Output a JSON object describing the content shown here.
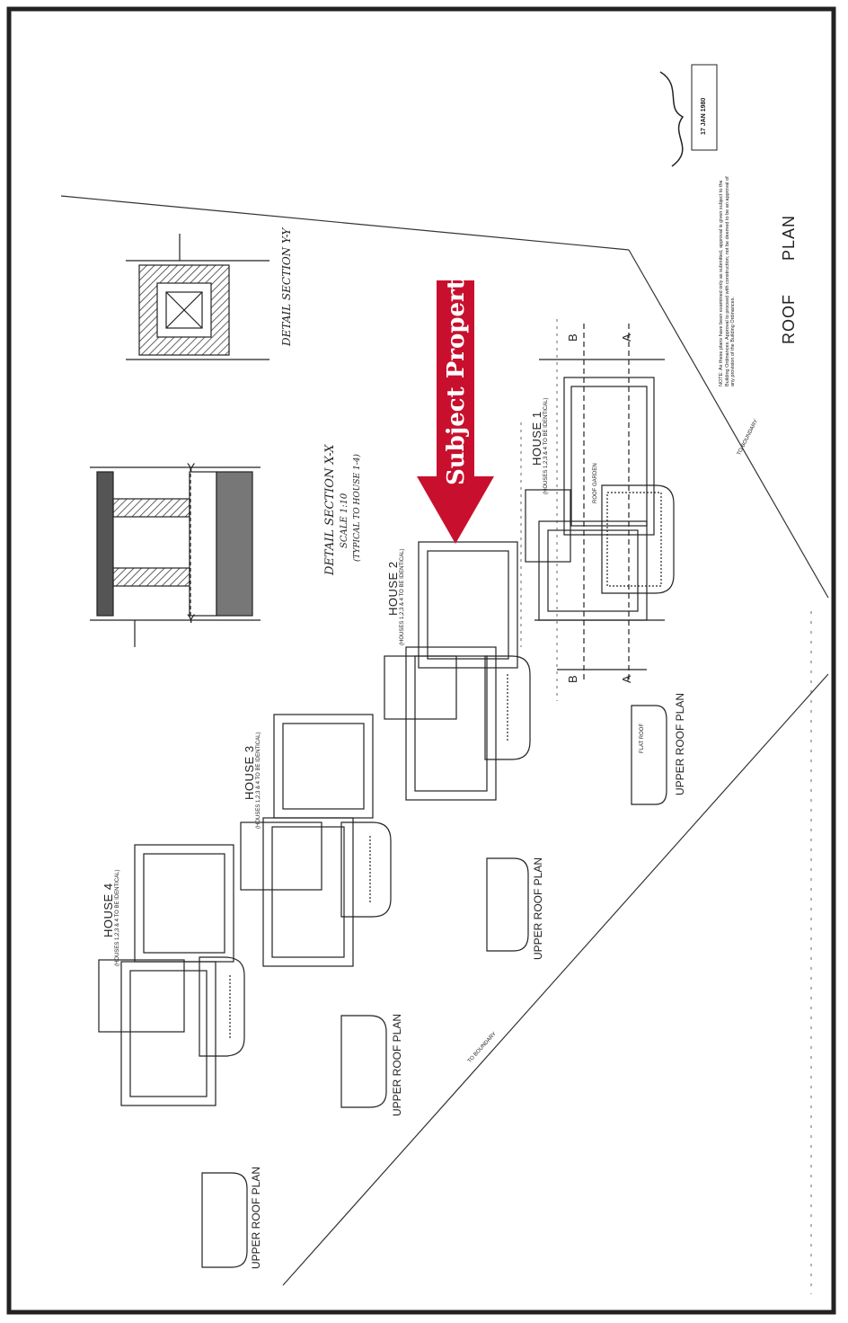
{
  "drawing": {
    "title_roof": "ROOF",
    "title_plan": "PLAN",
    "subject_label": "Subject Property",
    "arrow_color": "#c8102e",
    "stamp_date": "17 JAN 1980",
    "note_text": "NOTE: As these plans have been examined only as submitted, approval is given subject to the Building Ordinances. Approval to proceed with construction; not be deemed to be an approval of any provision of the Building Ordinances.",
    "boundary_label_1": "TO BOUNDARY",
    "boundary_label_2": "TO BOUNDARY"
  },
  "houses": [
    {
      "label": "HOUSE 1",
      "note": "(HOUSES 1,2,3 & 4 TO BE IDENTICAL)"
    },
    {
      "label": "HOUSE 2",
      "note": "(HOUSES 1,2,3 & 4 TO BE IDENTICAL)"
    },
    {
      "label": "HOUSE 3",
      "note": "(HOUSES 1,2,3 & 4 TO BE IDENTICAL)"
    },
    {
      "label": "HOUSE 4",
      "note": "(HOUSES 1,2,3 & 4 TO BE IDENTICAL)"
    }
  ],
  "upper_roof_plans": [
    "UPPER ROOF PLAN",
    "UPPER ROOF PLAN",
    "UPPER ROOF PLAN",
    "UPPER ROOF PLAN"
  ],
  "sections": {
    "detail_xx": "DETAIL SECTION X-X",
    "detail_xx_scale": "SCALE 1:10",
    "detail_xx_note": "(TYPICAL TO HOUSE 1-4)",
    "detail_yy": "DETAIL SECTION Y-Y",
    "section_marks": [
      "Y",
      "Y",
      "B",
      "B",
      "A",
      "A"
    ]
  },
  "house1_annotations": {
    "roof_garden": "ROOF GARDEN",
    "flat_roof": "FLAT ROOF"
  }
}
